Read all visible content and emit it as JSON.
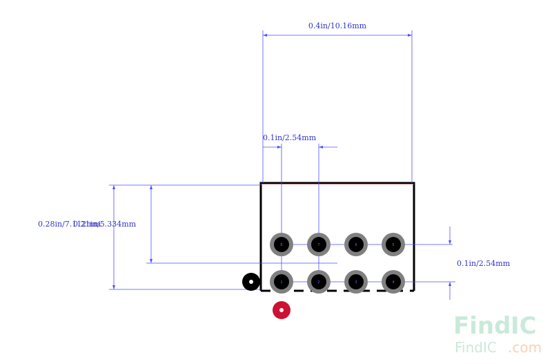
{
  "dimensions": {
    "width_label": "0.4in/10.16mm",
    "pitch_label": "0.1in/2.54mm",
    "row_pitch_label": "0.1in/2.54mm",
    "height_label": "0.28in/7.112mm",
    "inner_height_label": "0.21in/5.334mm"
  },
  "pins_top": [
    "8",
    "7",
    "6",
    "5"
  ],
  "pins_bottom": [
    "1",
    "2",
    "3",
    "4"
  ],
  "watermark": {
    "big_left": "Find",
    "big_right": "IC",
    "small_left": "FindIC",
    "small_right": ".com"
  },
  "colors": {
    "dimension": "#4d4dff",
    "outline": "#000000",
    "pad_ring": "#808080",
    "pin1_marker": "#cc1133",
    "watermark_green": "#c9ead9",
    "watermark_orange": "#f6d2b4"
  }
}
